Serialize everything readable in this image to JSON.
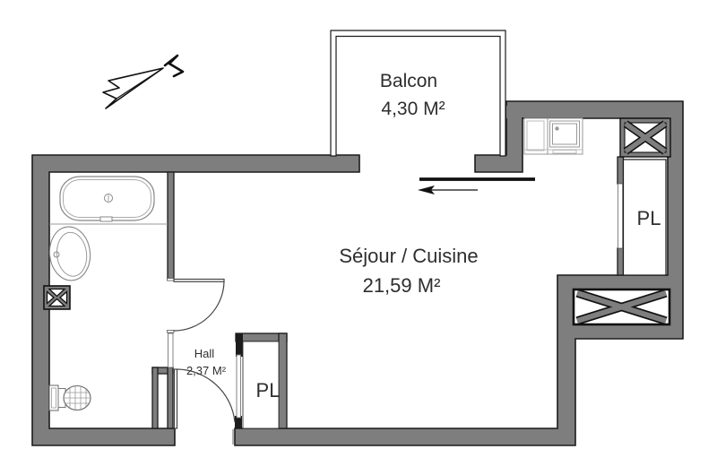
{
  "plan": {
    "type": "apartment-floor-plan",
    "rooms": {
      "balcony": {
        "name": "Balcon",
        "area": "4,30 M²"
      },
      "living": {
        "name": "Séjour / Cuisine",
        "area": "21,59 M²"
      },
      "hall": {
        "name": "Hall",
        "area": "2,37 M²"
      },
      "closet_right": {
        "label": "PL"
      },
      "closet_hall": {
        "label": "PL"
      }
    },
    "symbols": {
      "north_arrow": "north-arrow",
      "ducts": [
        "bathroom-duct",
        "top-right-duct",
        "bottom-right-duct"
      ],
      "fixtures": [
        "bathtub",
        "washbasin",
        "toilet",
        "kitchen-sink"
      ],
      "doors": [
        "bathroom-door",
        "entrance-door",
        "balcony-sliding-door",
        "closet-door-right",
        "closet-door-hall"
      ]
    },
    "colors": {
      "wall_fill": "#7e7e7e",
      "wall_outline": "#1c1c1c",
      "background": "#ffffff",
      "text": "#2e2e2e",
      "fixture_stroke": "#8a8a8a"
    }
  }
}
